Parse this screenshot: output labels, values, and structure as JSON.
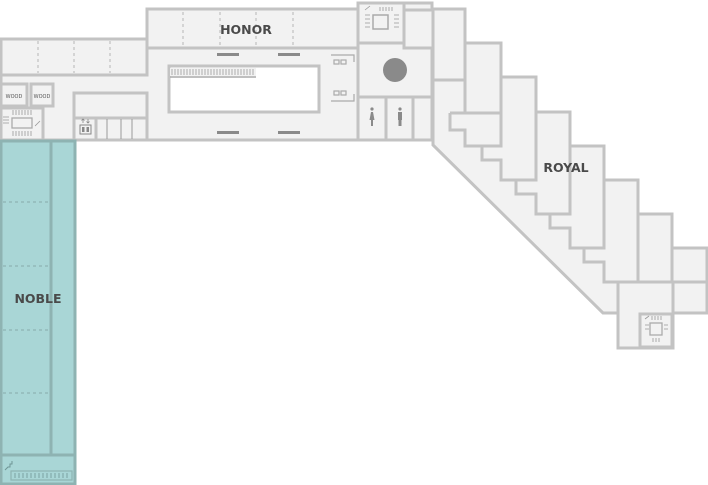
{
  "map": {
    "wings": [
      {
        "id": "honor",
        "label": "HONOR"
      },
      {
        "id": "royal",
        "label": "ROYAL"
      },
      {
        "id": "noble",
        "label": "NOBLE"
      }
    ],
    "storage": [
      {
        "label": "WOOD"
      },
      {
        "label": "WOOD"
      }
    ],
    "icons": [
      "elevator-icon",
      "stairs-icon",
      "restroom-women-icon",
      "restroom-men-icon",
      "info-point-icon"
    ],
    "colors": {
      "highlight": "#a9d6d6",
      "floor": "#f2f2f2",
      "wall": "#c3c3c3"
    }
  }
}
